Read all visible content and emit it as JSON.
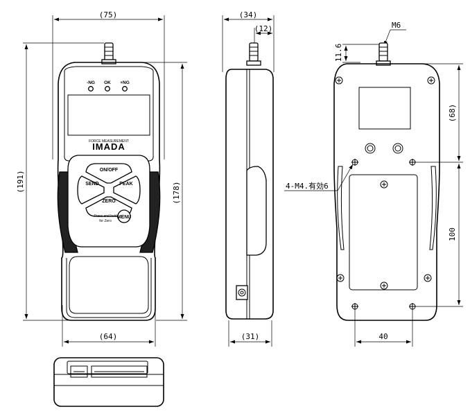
{
  "front_view": {
    "dim_top_width": "(75)",
    "dim_bottom_width": "(64)",
    "dim_total_height": "(191)",
    "dim_body_height": "(178)",
    "led_labels": [
      "-NG",
      "OK",
      "+NG"
    ],
    "logo_subtitle": "FORCE MEASUREMENT",
    "logo": "IMADA",
    "keys": {
      "top": "ON/OFF",
      "left": "SEND",
      "right": "PEAK",
      "bottom": "ZERO",
      "menu": "MENU"
    },
    "menu_hint_line1": "Press and hold",
    "menu_hint_line2": "for Zero"
  },
  "side_view": {
    "dim_top_depth": "(34)",
    "dim_shaft_offset": "(12)",
    "dim_bottom_depth": "(31)"
  },
  "back_view": {
    "thread_label": "M6",
    "dim_shaft_height": "11.6",
    "dim_upper_holes": "(68)",
    "dim_hole_spacing_vertical": "100",
    "dim_hole_spacing_horizontal": "40",
    "mount_holes_label": "4-M4.有効6"
  }
}
